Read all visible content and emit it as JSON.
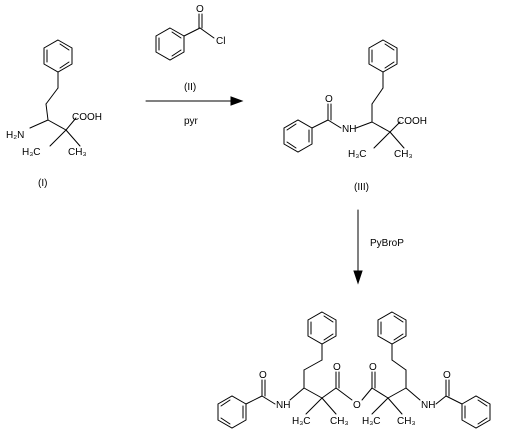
{
  "scheme": {
    "reagent_top_formula": "Cl",
    "reagent_top_label": "(II)",
    "reagent_bottom": "pyr",
    "step2_reagent": "PyBroP"
  },
  "compound_I": {
    "label": "(I)",
    "amine": "H₂N",
    "acid": "COOH",
    "methyl_left": "H₃C",
    "methyl_right": "CH₃"
  },
  "compound_III": {
    "label": "(III)",
    "nh": "NH",
    "acid": "COOH",
    "methyl_left": "H₃C",
    "methyl_right": "CH₃"
  },
  "compound_anhydride": {
    "o_carbonyl_left": "O",
    "o_bridge": "O",
    "o_carbonyl_right": "O",
    "o_amide_left": "O",
    "o_amide_right": "O",
    "nh_left": "NH",
    "nh_right": "NH",
    "methyl_1": "H₃C",
    "methyl_2": "CH₃",
    "methyl_3": "H₃C",
    "methyl_4": "CH₃"
  },
  "reagent_II_oxygen": "O",
  "compound_III_oxygen": "O"
}
